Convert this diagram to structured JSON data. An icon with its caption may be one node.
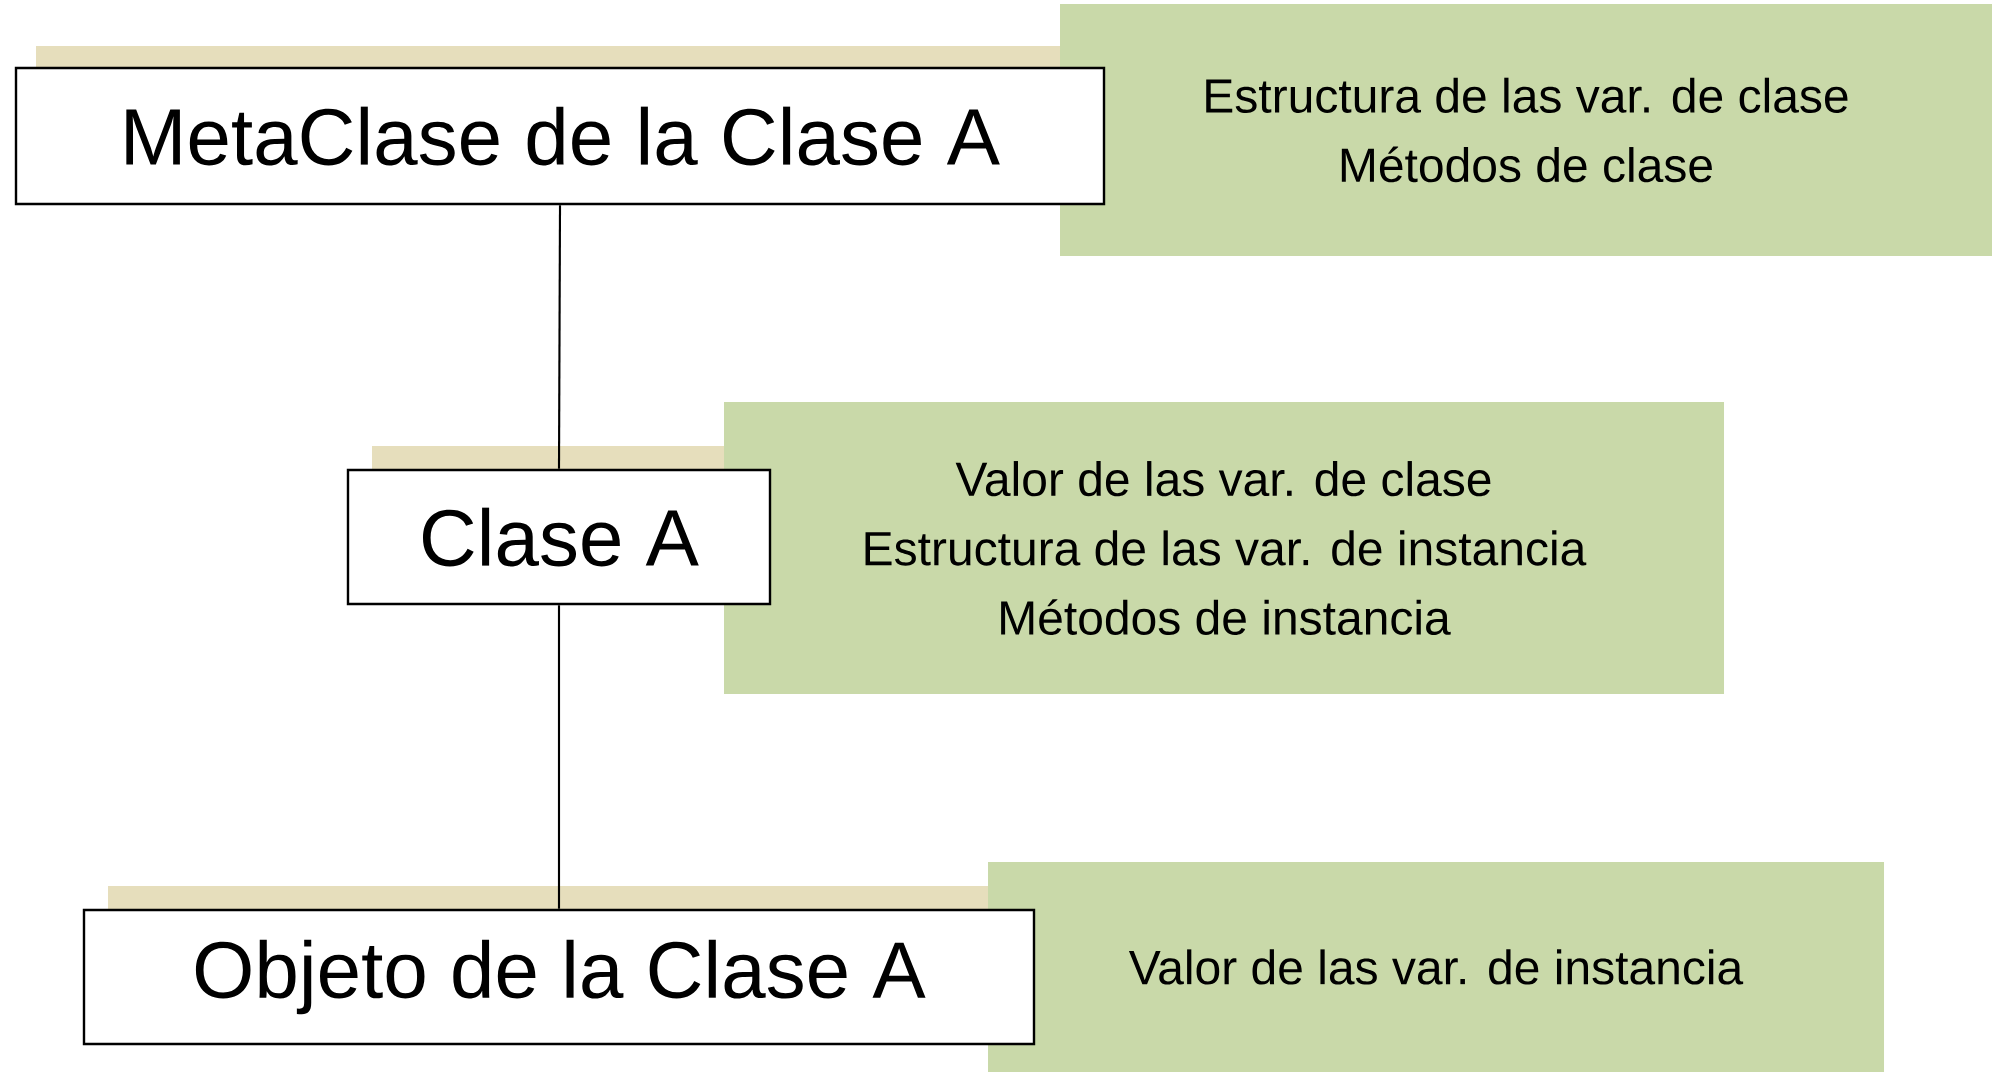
{
  "diagram": {
    "nodes": [
      {
        "text": [
          "MetaClase de la Clase A"
        ]
      },
      {
        "text": [
          "Estructura de las var. de clase",
          "Métodos de clase"
        ]
      },
      {
        "text": [
          "Clase A"
        ]
      },
      {
        "text": [
          "Valor de las var. de clase",
          "Estructura de las var. de instancia",
          "Métodos de instancia"
        ]
      },
      {
        "text": [
          "Objeto de la Clase A"
        ]
      },
      {
        "text": [
          "Valor de las var. de instancia"
        ]
      }
    ],
    "edges": [
      {
        "from": 0,
        "to": 2,
        "arrow": "none"
      },
      {
        "from": 2,
        "to": 4,
        "arrow": "none"
      }
    ]
  }
}
